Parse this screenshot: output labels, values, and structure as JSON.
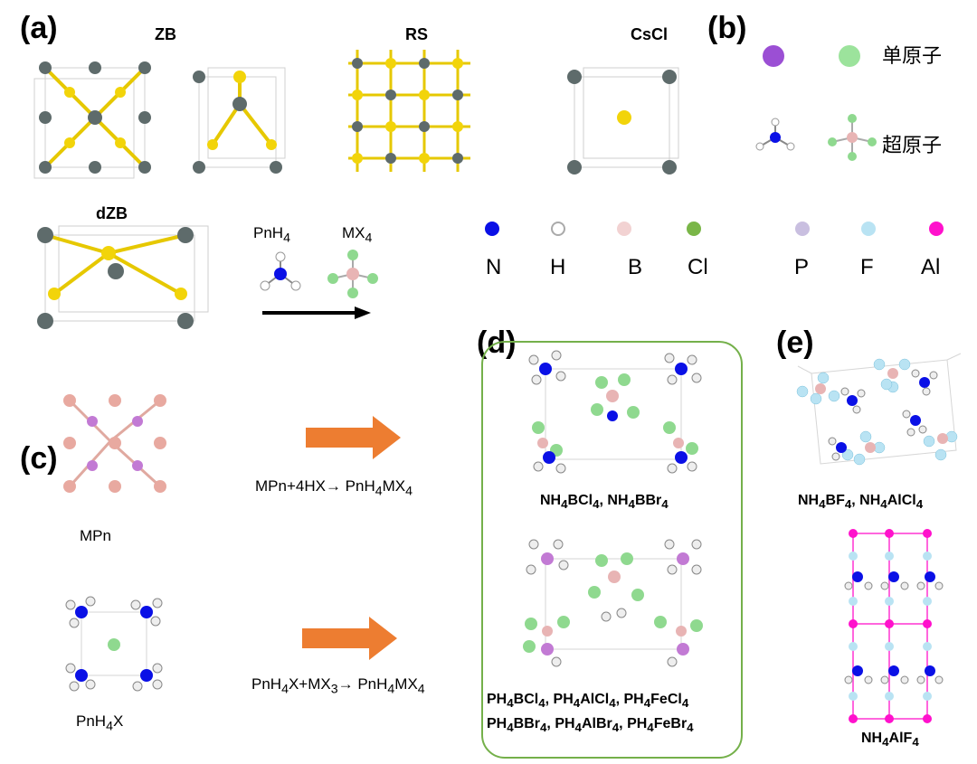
{
  "panels": {
    "a": "(a)",
    "b": "(b)",
    "c": "(c)",
    "d": "(d)",
    "e": "(e)"
  },
  "structures": {
    "zb": "ZB",
    "rs": "RS",
    "cscl": "CsCl",
    "dzb": "dZB"
  },
  "molecules": {
    "pnh4": "PnH",
    "pnh4_sub": "4",
    "mx4": "MX",
    "mx4_sub": "4"
  },
  "panel_b": {
    "single_atom": "单原子",
    "super_atom": "超原子"
  },
  "legend": [
    {
      "symbol": "N",
      "color": "#0a10e6",
      "hollow": false
    },
    {
      "symbol": "H",
      "color": "#ffffff",
      "hollow": true
    },
    {
      "symbol": "B",
      "color": "#f2d2d2",
      "hollow": false
    },
    {
      "symbol": "Cl",
      "color": "#7ab648",
      "hollow": false
    },
    {
      "symbol": "P",
      "color": "#c9bfe0",
      "hollow": false
    },
    {
      "symbol": "F",
      "color": "#b9e3f3",
      "hollow": false
    },
    {
      "symbol": "Al",
      "color": "#ff11cc",
      "hollow": false
    }
  ],
  "panel_c": {
    "mpn": "MPn",
    "pnh4x": "PnH",
    "pnh4x_sub": "4",
    "pnh4x_tail": "X",
    "eq1_a": "MPn+4HX→ PnH",
    "eq1_s1": "4",
    "eq1_b": "MX",
    "eq1_s2": "4",
    "eq2_a": "PnH",
    "eq2_s1": "4",
    "eq2_b": "X+MX",
    "eq2_s2": "3",
    "eq2_c": "→ PnH",
    "eq2_s3": "4",
    "eq2_d": "MX",
    "eq2_s4": "4"
  },
  "panel_d": {
    "l1_a": "NH",
    "l1_s1": "4",
    "l1_b": "BCl",
    "l1_s2": "4",
    "l1_c": ", NH",
    "l1_s3": "4",
    "l1_d": "BBr",
    "l1_s4": "4",
    "l2_a": "PH",
    "l2_s1": "4",
    "l2_b": "BCl",
    "l2_s2": "4",
    "l2_c": ", PH",
    "l2_s3": "4",
    "l2_d": "AlCl",
    "l2_s4": "4",
    "l2_e": ", PH",
    "l2_s5": "4",
    "l2_f": "FeCl",
    "l2_s6": "4",
    "l3_a": "PH",
    "l3_s1": "4",
    "l3_b": "BBr",
    "l3_s2": "4",
    "l3_c": ", PH",
    "l3_s3": "4",
    "l3_d": "AlBr",
    "l3_s4": "4",
    "l3_e": ", PH",
    "l3_s5": "4",
    "l3_f": "FeBr",
    "l3_s6": "4"
  },
  "panel_e": {
    "l1_a": "NH",
    "l1_s1": "4",
    "l1_b": "BF",
    "l1_s2": "4",
    "l1_c": ", NH",
    "l1_s3": "4",
    "l1_d": "AlCl",
    "l1_s4": "4",
    "l2_a": "NH",
    "l2_s1": "4",
    "l2_b": "AlF",
    "l2_s2": "4"
  },
  "colors": {
    "gray_atom": "#5e6b6b",
    "gold_atom": "#f2d40a",
    "box_green": "#74b04a",
    "arrow_orange": "#ed7d31"
  }
}
